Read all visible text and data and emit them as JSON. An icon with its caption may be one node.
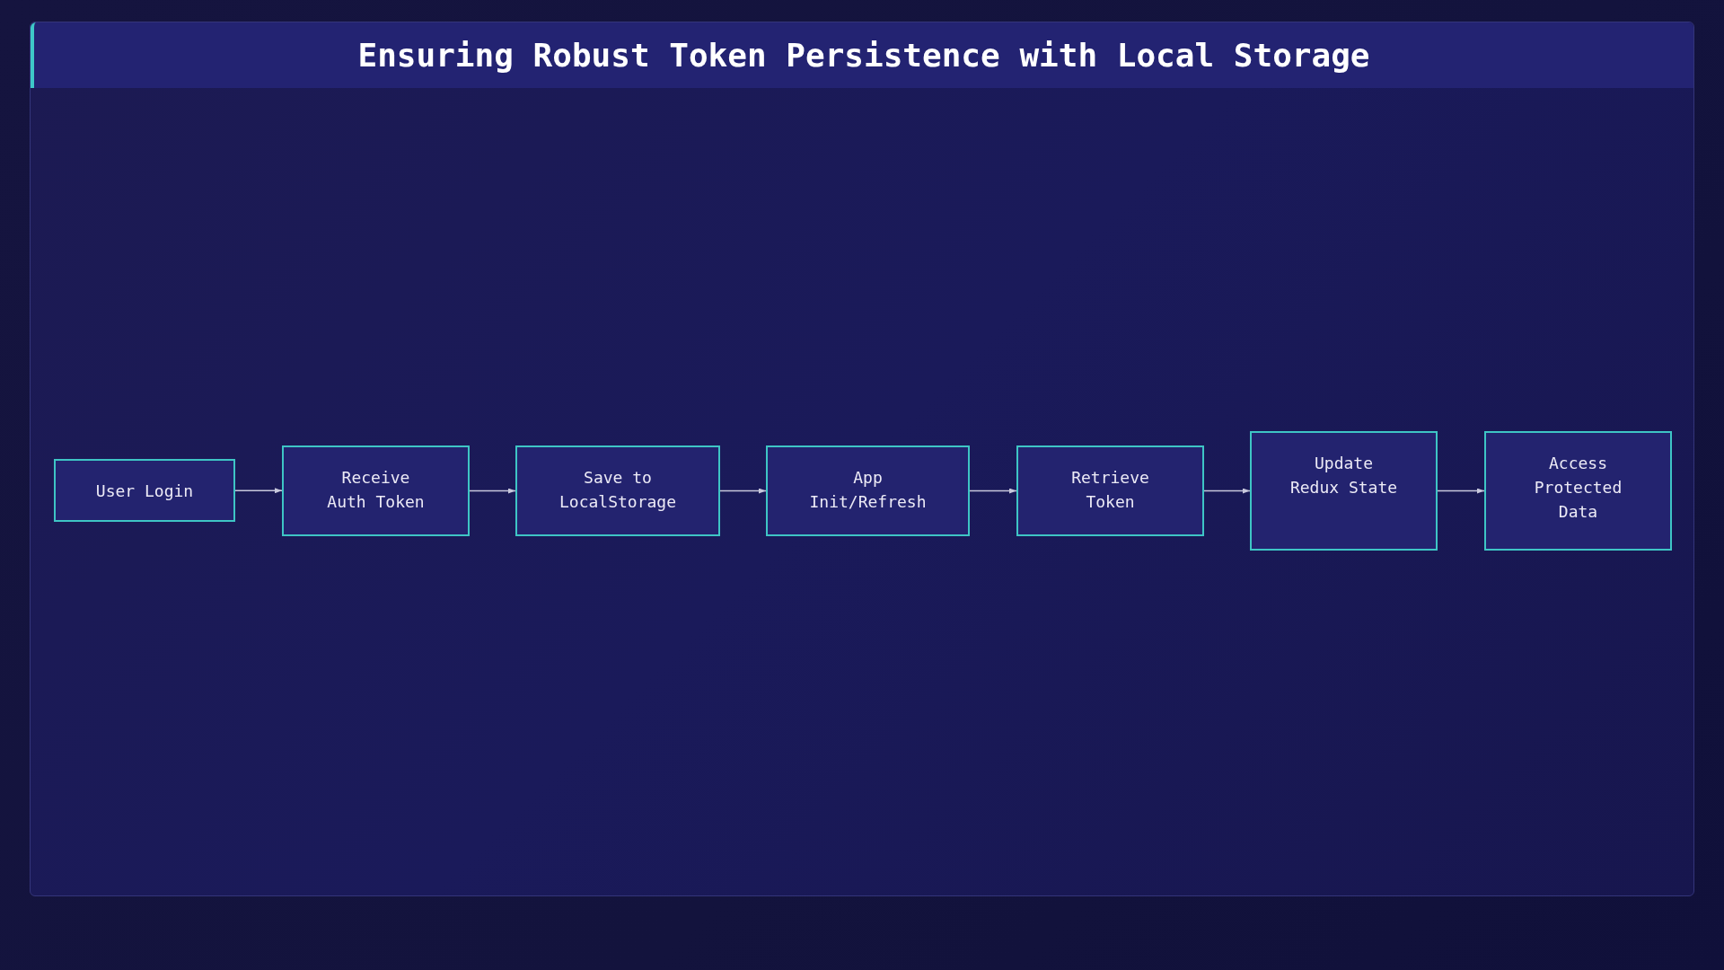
{
  "diagram": {
    "title": "Ensuring Robust Token Persistence with Local Storage",
    "nodes": [
      {
        "text": [
          "User Login"
        ]
      },
      {
        "text": [
          "Receive Auth Token"
        ]
      },
      {
        "text": [
          "Save to LocalStorage"
        ]
      },
      {
        "text": [
          "App Init/Refresh"
        ]
      },
      {
        "text": [
          "Retrieve Token"
        ]
      },
      {
        "text": [
          "Update Redux State"
        ]
      },
      {
        "text": [
          "Access Protected Data"
        ]
      }
    ],
    "edges": [
      {
        "from": 0,
        "to": 1,
        "arrow": "to"
      },
      {
        "from": 1,
        "to": 2,
        "arrow": "to"
      },
      {
        "from": 2,
        "to": 3,
        "arrow": "to"
      },
      {
        "from": 3,
        "to": 4,
        "arrow": "to"
      },
      {
        "from": 4,
        "to": 5,
        "arrow": "to"
      },
      {
        "from": 5,
        "to": 6,
        "arrow": "to"
      }
    ]
  }
}
